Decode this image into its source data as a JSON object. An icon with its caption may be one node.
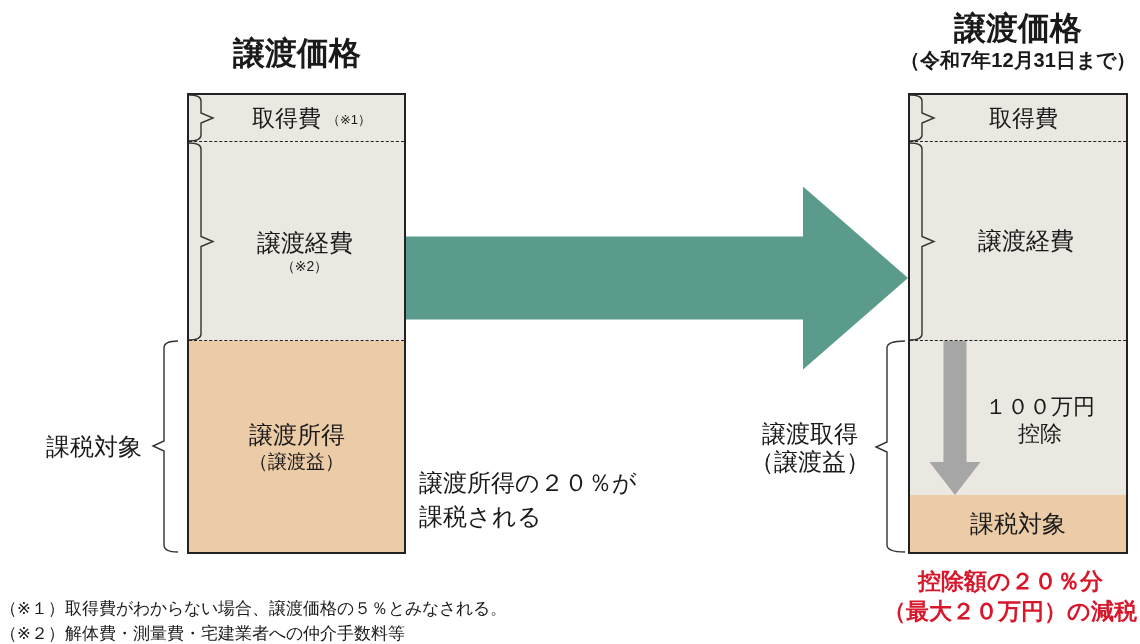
{
  "diagram": {
    "nodes": [
      {
        "text": [
          "譲渡価格"
        ]
      },
      {
        "text": [
          "取得費",
          "（※1）"
        ],
        "in": 0
      },
      {
        "text": [
          "譲渡経費",
          "（※2）"
        ],
        "in": 0
      },
      {
        "text": [
          "譲渡所得",
          "（譲渡益）"
        ],
        "in": 0,
        "beside": [
          "課税対象",
          "譲渡所得の２０％が課税される"
        ]
      },
      {
        "text": [
          "譲渡価格",
          "（令和7年12月31日まで）"
        ],
        "beside": [
          "控除額の２０％分（最大２０万円）の減税"
        ]
      },
      {
        "text": [
          "取得費"
        ],
        "in": 4
      },
      {
        "text": [
          "譲渡経費"
        ],
        "in": 4
      },
      {
        "text": [
          "１００万円控除"
        ],
        "in": 4
      },
      {
        "text": [
          "課税対象"
        ],
        "in": 4
      }
    ],
    "edges": [
      {
        "from": 0,
        "to": 4,
        "arrow": "to",
        "style": "thick",
        "color": "#5a9b8c"
      },
      {
        "from": 7,
        "to": 8,
        "arrow": "to",
        "color": "#a6a6a6"
      }
    ],
    "labels": [
      "譲渡取得（譲渡益）",
      "（※１）取得費がわからない場合、譲渡価格の５％とみなされる。",
      "（※２）解体費・測量費・宅建業者への仲介手数料等"
    ]
  }
}
